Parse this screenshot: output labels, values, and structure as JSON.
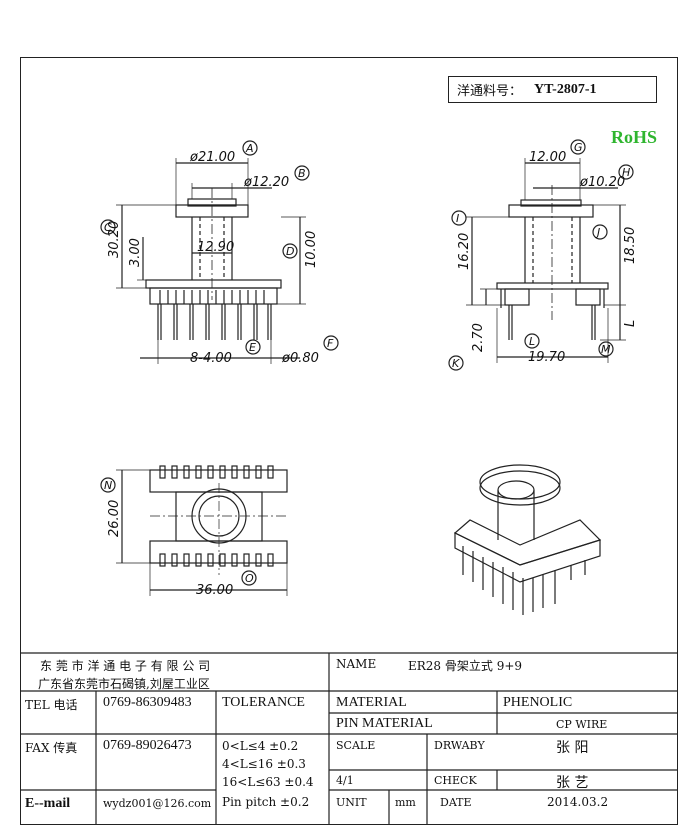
{
  "part_number": {
    "label": "洋通料号：",
    "value": "YT-2807-1"
  },
  "rohs": "RoHS",
  "front_view": {
    "dims": {
      "A": "ø21.00",
      "B": "ø12.20",
      "C": "30.20",
      "D": "10.00",
      "inner": "12.90",
      "three": "3.00",
      "pitch": "8-4.00",
      "pin": "ø0.80"
    },
    "callouts": [
      "A",
      "B",
      "C",
      "D",
      "E",
      "F"
    ]
  },
  "side_view": {
    "dims": {
      "G": "12.00",
      "H": "ø10.20",
      "I": "16.20",
      "J": "18.50",
      "K": "2.70",
      "L": "19.70",
      "M": "L"
    },
    "callouts": [
      "G",
      "H",
      "I",
      "J",
      "K",
      "L",
      "M"
    ]
  },
  "top_view": {
    "dims": {
      "N": "26.00",
      "O": "36.00"
    },
    "callouts": [
      "N",
      "O"
    ]
  },
  "title_block": {
    "company": "东 莞 市 洋 通 电 子 有 限 公 司",
    "address": "广东省东莞市石碣镇,刘屋工业区",
    "name_label": "NAME",
    "name_value": "ER28 骨架立式 9+9",
    "tel_label": "TEL 电话",
    "tel_value": "0769-86309483",
    "tolerance_label": "TOLERANCE",
    "material_label": "MATERIAL",
    "material_value": "PHENOLIC",
    "pin_material_label": "PIN MATERIAL",
    "pin_material_value": "CP WIRE",
    "fax_label": "FAX 传真",
    "fax_value": "0769-89026473",
    "tol_1": "0<L≤4   ±0.2",
    "tol_2": "4<L≤16  ±0.3",
    "tol_3": "16<L≤63  ±0.4",
    "tol_4": "Pin pitch  ±0.2",
    "scale_label": "SCALE",
    "scale_value": "4/1",
    "drawn_label": "DRWABY",
    "drawn_value": "张 阳",
    "check_label": "CHECK",
    "check_value": "张 艺",
    "email_label": "E--mail",
    "email_value": "wydz001@126.com",
    "unit_label": "UNIT",
    "unit_value": "mm",
    "date_label": "DATE",
    "date_value": "2014.03.2"
  }
}
